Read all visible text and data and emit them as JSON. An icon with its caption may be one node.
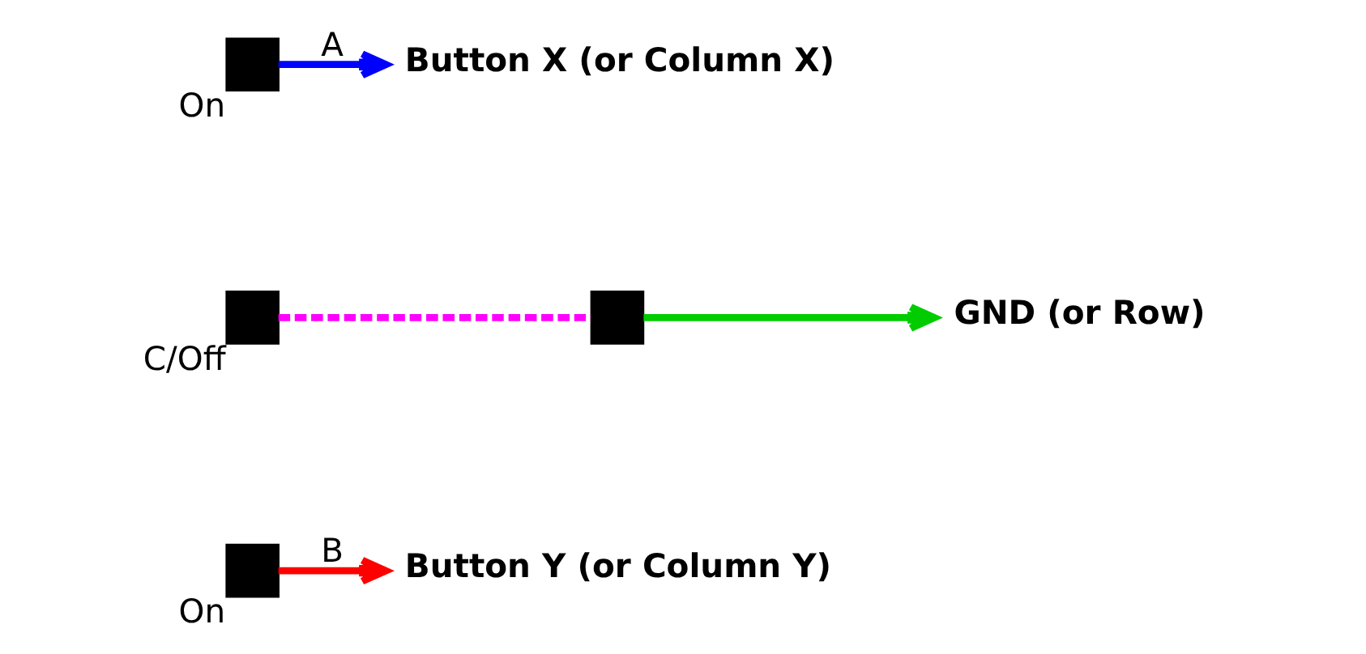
{
  "diagram": {
    "nodes": [
      {
        "text": [],
        "shape": "box",
        "beside": [
          "On"
        ]
      },
      {
        "text": [
          "Button X (or Column X)"
        ]
      },
      {
        "text": [],
        "shape": "box",
        "beside": [
          "C/Off"
        ]
      },
      {
        "text": [],
        "shape": "box"
      },
      {
        "text": [
          "GND (or Row)"
        ]
      },
      {
        "text": [],
        "shape": "box",
        "beside": [
          "On"
        ]
      },
      {
        "text": [
          "Button Y (or Column Y)"
        ]
      }
    ],
    "edges": [
      {
        "from": 0,
        "to": 1,
        "arrow": "to",
        "label": "A",
        "color": "#0000ff"
      },
      {
        "from": 2,
        "to": 3,
        "arrow": "none",
        "style": "dashed",
        "color": "#ff00ff"
      },
      {
        "from": 3,
        "to": 4,
        "arrow": "to",
        "color": "#00cc00"
      },
      {
        "from": 5,
        "to": 6,
        "arrow": "to",
        "label": "B",
        "color": "#ff0000"
      }
    ]
  }
}
